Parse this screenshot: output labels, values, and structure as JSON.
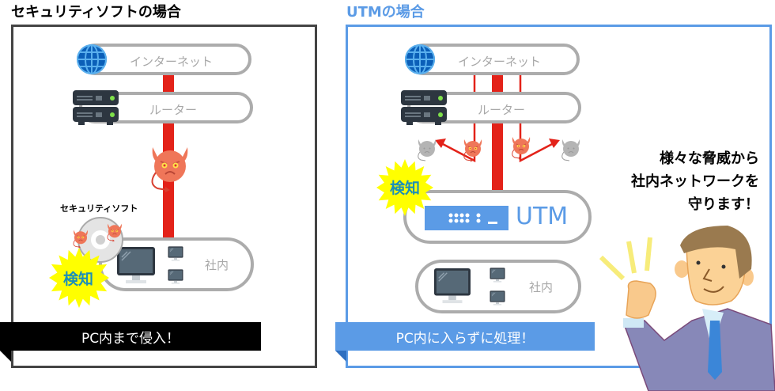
{
  "left": {
    "title": "セキュリティソフトの場合",
    "internet_label": "インターネット",
    "router_label": "ルーター",
    "software_label": "セキュリティソフト",
    "lan_label": "社内",
    "detect_label": "検知",
    "banner": "PC内まで侵入！"
  },
  "right": {
    "title": "UTMの場合",
    "internet_label": "インターネット",
    "router_label": "ルーター",
    "utm_label": "UTM",
    "lan_label": "社内",
    "detect_label": "検知",
    "banner": "PC内に入らずに処理！",
    "speech": [
      "様々な脅威から",
      "社内ネットワークを",
      "守ります！"
    ]
  },
  "colors": {
    "threat": "#e32219",
    "utm_blue": "#5b9be6",
    "frame_dark": "#444444",
    "detect_yellow": "#ffff00"
  }
}
